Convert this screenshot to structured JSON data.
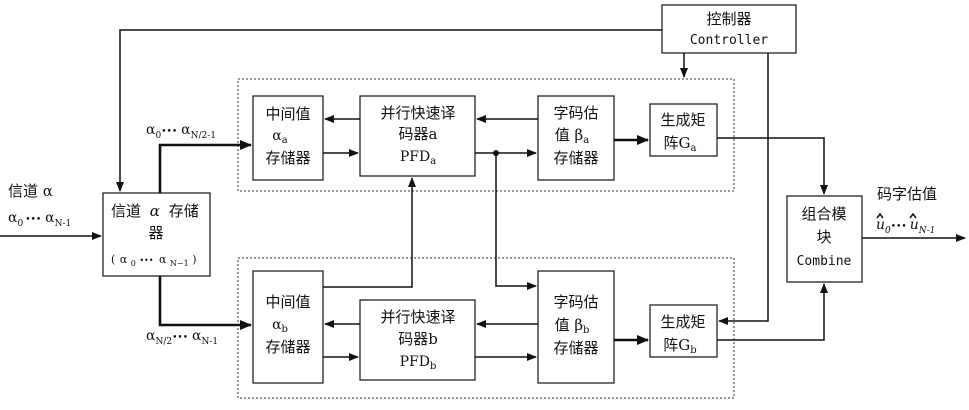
{
  "controller": {
    "cn": "控制器",
    "en": "Controller"
  },
  "input_label": {
    "title": "信道 α",
    "range": "α",
    "range_sub0": "0",
    "dots": "•••",
    "range_base": "α",
    "range_subn": "N-1"
  },
  "channel_store": {
    "line1": "信道 α 存储器",
    "line1a": "信道",
    "line1b": "α",
    "line1c": "存储",
    "line2": "器",
    "line3_open": "(",
    "line3_a0": "α",
    "line3_sub0": "0",
    "line3_dots": "•••",
    "line3_an": "α",
    "line3_subn": "N−1",
    "line3_close": ")"
  },
  "upper_range": {
    "a": "α",
    "sub0": "0",
    "dots": "•••",
    "an": "α",
    "subn": "N/2-1"
  },
  "lower_range": {
    "a": "α",
    "sub0": "N/2",
    "dots": "•••",
    "an": "α",
    "subn": "N-1"
  },
  "mid_a": {
    "l1": "中间值",
    "l2": "α",
    "l2_sub": "a",
    "l3": "存储器"
  },
  "mid_b": {
    "l1": "中间值",
    "l2": "α",
    "l2_sub": "b",
    "l3": "存储器"
  },
  "pfd_a": {
    "l1": "并行快速译",
    "l2": "码器a",
    "l3": "PFD",
    "l3_sub": "a"
  },
  "pfd_b": {
    "l1": "并行快速译",
    "l2": "码器b",
    "l3": "PFD",
    "l3_sub": "b"
  },
  "cw_a": {
    "l1": "字码估",
    "l2": "值 β",
    "l2_sub": "a",
    "l3": "存储器"
  },
  "cw_b": {
    "l1": "字码估",
    "l2": "值 β",
    "l2_sub": "b",
    "l3": "存储器"
  },
  "gen_a": {
    "l1": "生成矩",
    "l2": "阵G",
    "l2_sub": "a"
  },
  "gen_b": {
    "l1": "生成矩",
    "l2": "阵G",
    "l2_sub": "b"
  },
  "combine": {
    "l1": "组合模",
    "l2": "块",
    "l3": "Combine"
  },
  "output_label": {
    "title": "码字估值",
    "u0": "u",
    "u0_sub": "0",
    "dots": "•••",
    "un": "u",
    "un_sub": "N-1"
  }
}
